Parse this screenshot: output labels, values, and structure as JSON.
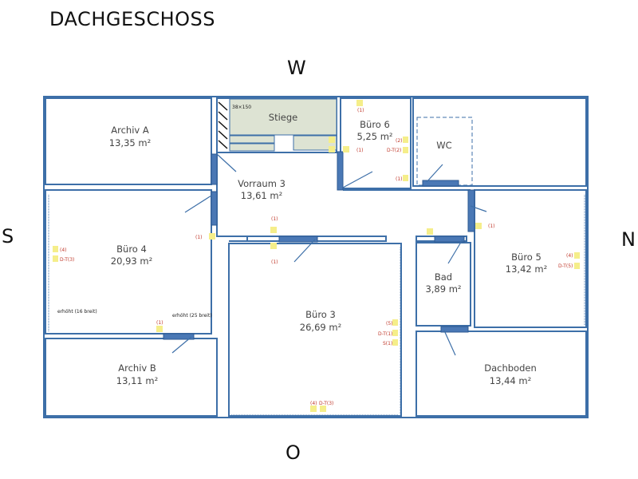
{
  "title": "DACHGESCHOSS",
  "compass": {
    "west": "W",
    "south": "S",
    "north": "N",
    "east": "O"
  },
  "rooms": [
    {
      "name": "Archiv A",
      "area": "13,35 m²"
    },
    {
      "name": "Stiege",
      "area": ""
    },
    {
      "name": "Büro 6",
      "area": "5,25 m²"
    },
    {
      "name": "WC",
      "area": ""
    },
    {
      "name": "Vorraum 3",
      "area": "13,61 m²"
    },
    {
      "name": "Büro 4",
      "area": "20,93 m²"
    },
    {
      "name": "Archiv B",
      "area": "13,11 m²"
    },
    {
      "name": "Büro 3",
      "area": "26,69 m²"
    },
    {
      "name": "Bad",
      "area": "3,89 m²"
    },
    {
      "name": "Büro 5",
      "area": "13,42 m²"
    },
    {
      "name": "Dachboden",
      "area": "13,44 m²"
    }
  ],
  "notes": {
    "stair_size": "38×150",
    "raised_16": "erhöht (16 breit)",
    "raised_25": "erhöht (25 breit)"
  },
  "annotations": {
    "buero6_top": "(1)",
    "buero6_a": "(2)",
    "buero6_b": "D-T(2)",
    "buero6_c": "(1)",
    "vorraum_b6": "(1)",
    "vorraum_top": "(1)",
    "vorraum_bottom": "(1)",
    "buero4_left1": "(4)",
    "buero4_left2": "D-T(3)",
    "buero4_right": "(1)",
    "buero4_bottom": "(1)",
    "buero3_a": "(5)",
    "buero3_b": "D-T(1)",
    "buero3_c": "S(1)",
    "buero3_bottom1": "(4)",
    "buero3_bottom2": "D-T(3)",
    "bad_right": "(1)",
    "buero5_a": "(4)",
    "buero5_b": "D-T(5)"
  },
  "colors": {
    "wall": "#3d6fa8",
    "door": "#4a78b5",
    "stairs": "#dde3d3",
    "socket": "#f5ee8a",
    "tag": "#c0392b"
  }
}
